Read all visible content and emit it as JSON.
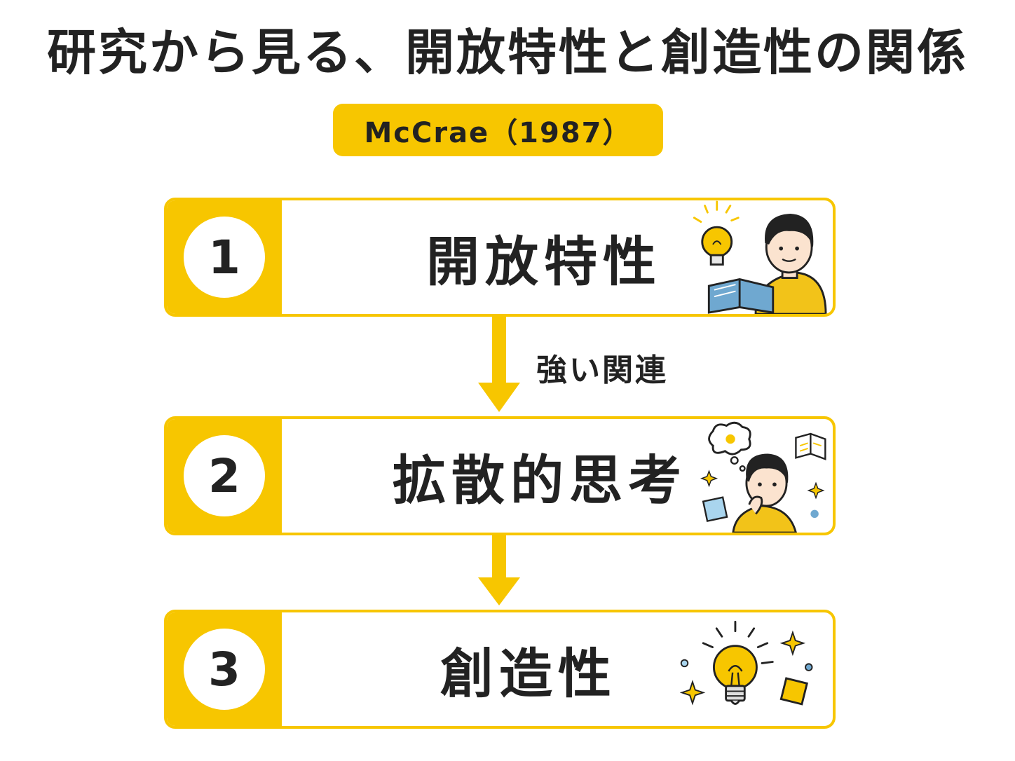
{
  "title": "研究から見る、開放特性と創造性の関係",
  "source": "McCrae（1987）",
  "relation_label": "強い関連",
  "steps": [
    {
      "number": "1",
      "label": "開放特性"
    },
    {
      "number": "2",
      "label": "拡散的思考"
    },
    {
      "number": "3",
      "label": "創造性"
    }
  ],
  "colors": {
    "accent": "#F7C600",
    "text": "#222222",
    "shirt": "#F2C319",
    "book": "#6FA8D0"
  },
  "icons": [
    "lightbulb-icon",
    "person-reading-icon",
    "thinking-person-icon",
    "idea-lightbulb-icon"
  ]
}
